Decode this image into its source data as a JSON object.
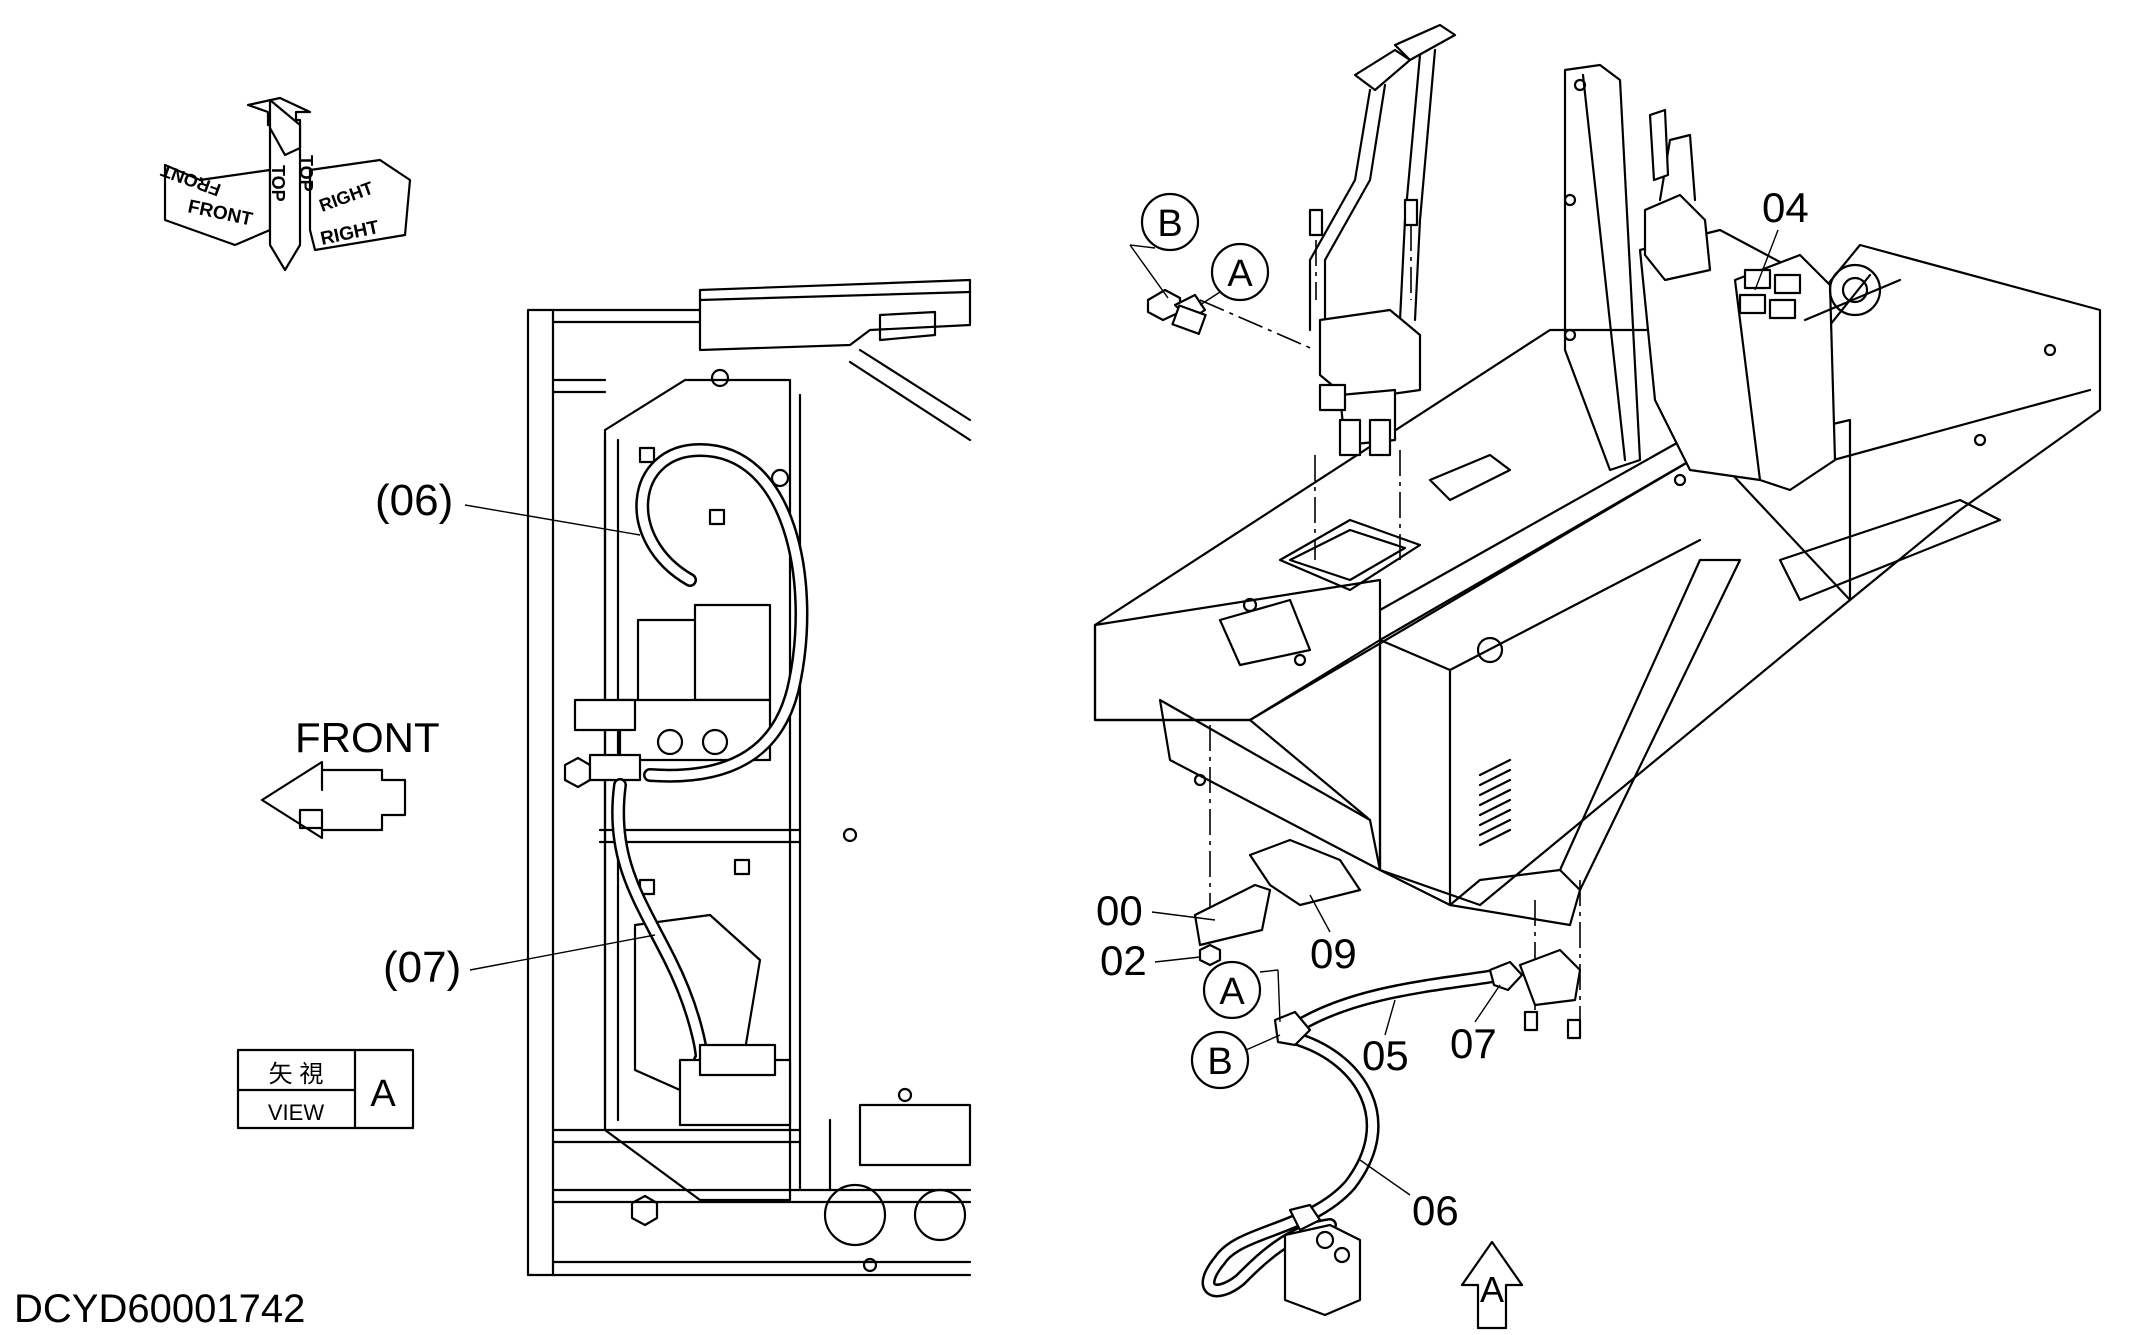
{
  "drawing_id": "DCYD60001742",
  "orientation_icon": {
    "labels": [
      "FRONT",
      "FRONT",
      "TOP",
      "TOP",
      "RIGHT",
      "RIGHT"
    ]
  },
  "front_arrow_label": "FRONT",
  "view_box": {
    "kanji": "矢 視",
    "view_label": "VIEW",
    "letter": "A"
  },
  "left_callouts": [
    "(06)",
    "(07)"
  ],
  "right_callouts": {
    "c04": "04",
    "c00": "00",
    "c02": "02",
    "c09": "09",
    "c05": "05",
    "c07": "07",
    "c06": "06"
  },
  "circle_labels": {
    "top_b": "B",
    "top_a": "A",
    "bottom_a": "A",
    "bottom_b": "B"
  },
  "view_arrow_letter": "A",
  "colors": {
    "line": "#000000",
    "background": "#ffffff"
  }
}
